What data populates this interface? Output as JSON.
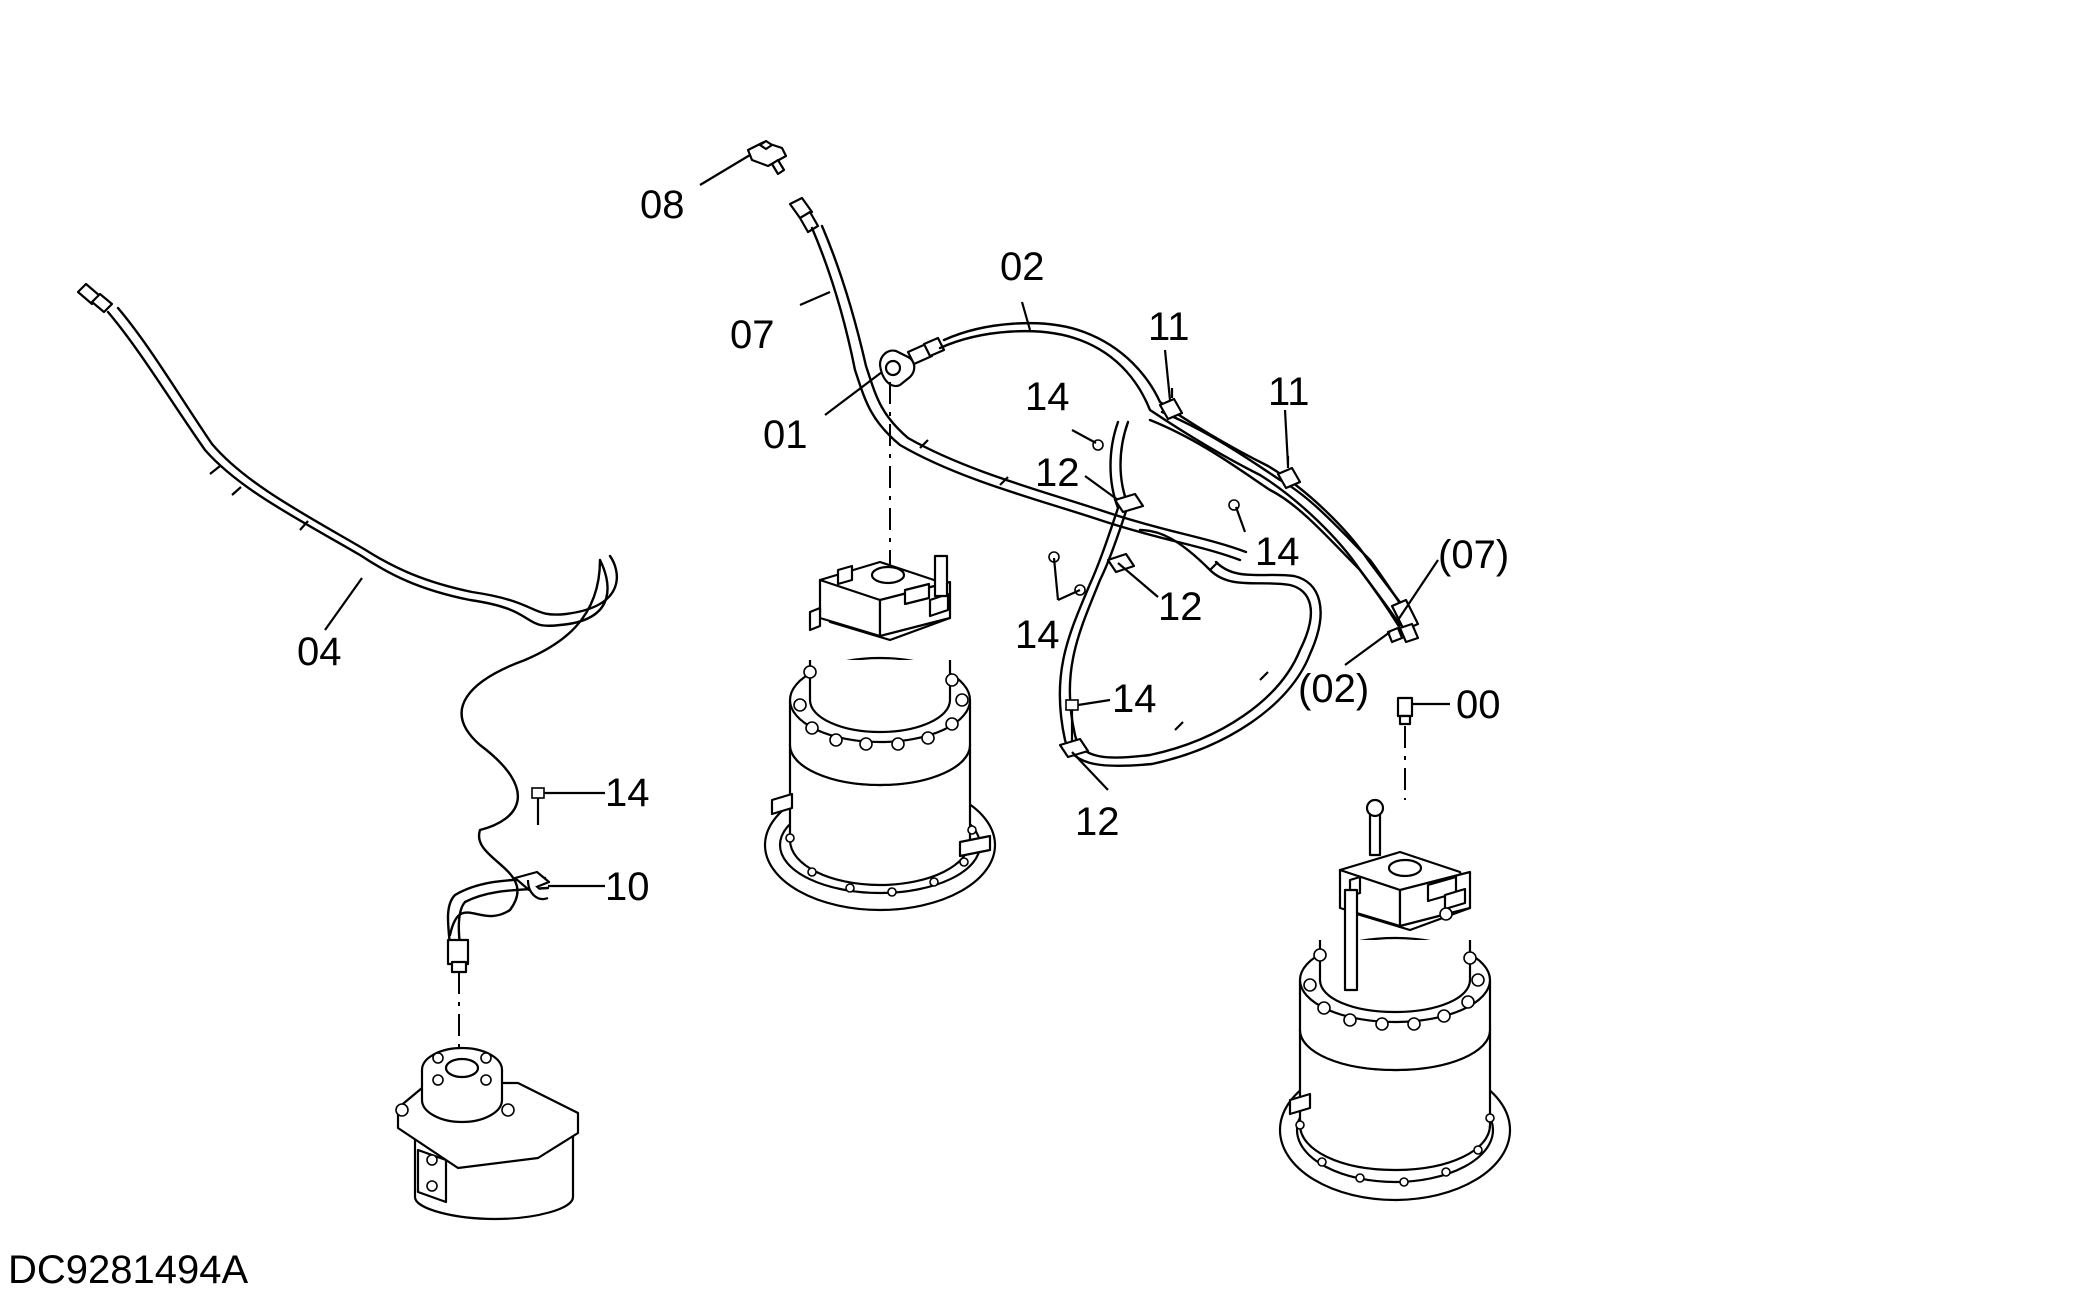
{
  "drawing_code": "DC9281494A",
  "labels": {
    "l08": "08",
    "l07": "07",
    "l02": "02",
    "l01": "01",
    "l11a": "11",
    "l11b": "11",
    "l14a": "14",
    "l12a": "12",
    "l14b": "14",
    "l14c": "14",
    "l12b": "12",
    "l07p": "(07)",
    "l02p": "(02)",
    "l00": "00",
    "l14d": "14",
    "l12c": "12",
    "l04": "04",
    "l14e": "14",
    "l10": "10"
  }
}
